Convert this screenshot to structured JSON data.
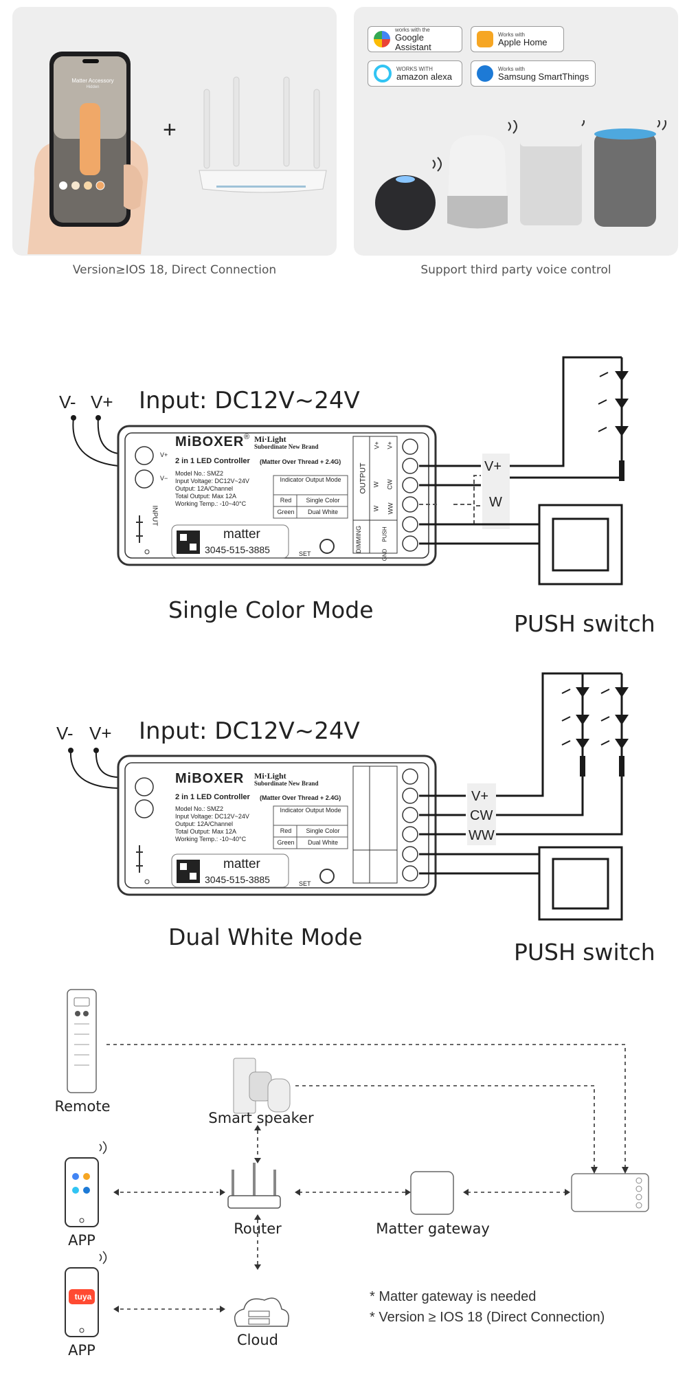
{
  "top": {
    "left_caption": "Version≥IOS 18, Direct Connection",
    "right_caption": "Support third party voice control",
    "phone_title": "Matter Accessory",
    "phone_sub": "Hidden",
    "plus": "+",
    "badges": [
      {
        "small": "works with the",
        "big": "Google Assistant",
        "icon": "google-assistant-icon"
      },
      {
        "small": "Works with",
        "big": "Apple Home",
        "icon": "apple-home-icon"
      },
      {
        "small": "WORKS WITH",
        "big": "amazon alexa",
        "icon": "alexa-icon"
      },
      {
        "small": "Works with",
        "big": "Samsung SmartThings",
        "icon": "smartthings-icon"
      }
    ]
  },
  "wiring": {
    "vminus": "V-",
    "vplus": "V+",
    "input_label": "Input: DC12V~24V",
    "brand": "MiBOXER",
    "registered": "®",
    "miLight": "Mi·Light",
    "sub_brand": "Subordinate New Brand",
    "product": "2 in 1 LED Controller",
    "product_note": "(Matter Over Thread + 2.4G)",
    "specs": [
      "Model No.: SMZ2",
      "Input Voltage: DC12V~24V",
      "Output: 12A/Channel",
      "Total Output: Max 12A",
      "Working Temp.: -10~40°C"
    ],
    "indicator_header": "Indicator Output Mode",
    "indicator_rows": [
      [
        "Red",
        "Single Color"
      ],
      [
        "Green",
        "Dual White"
      ]
    ],
    "matter": "matter",
    "matter_code": "3045-515-3885",
    "set": "SET",
    "input_side": "INPUT",
    "term_vplus": "V+",
    "term_vminus": "V−",
    "output_group": "OUTPUT",
    "dimming_group": "DIMMING",
    "out_terms": [
      "V+",
      "V+",
      "W",
      "W"
    ],
    "out_terms2": [
      "CW",
      "WW"
    ],
    "dim_terms": [
      "PUSH",
      "GND"
    ],
    "push_switch": "PUSH switch",
    "single": {
      "title": "Single Color Mode",
      "wire_labels": [
        "V+",
        "W"
      ]
    },
    "dual": {
      "title": "Dual White Mode",
      "wire_labels": [
        "V+",
        "CW",
        "WW"
      ]
    }
  },
  "network": {
    "remote": "Remote",
    "smart_speaker": "Smart speaker",
    "app1": "APP",
    "app2": "APP",
    "router": "Router",
    "gateway": "Matter gateway",
    "cloud": "Cloud",
    "tuya": "tuya",
    "notes": [
      "* Matter gateway is needed",
      "* Version ≥ IOS 18  (Direct Connection)"
    ]
  },
  "colors": {
    "panel": "#eeeeee",
    "phone_accent": "#f0a868",
    "wire": "#1a1a1a",
    "tuya": "#ff4a32"
  }
}
